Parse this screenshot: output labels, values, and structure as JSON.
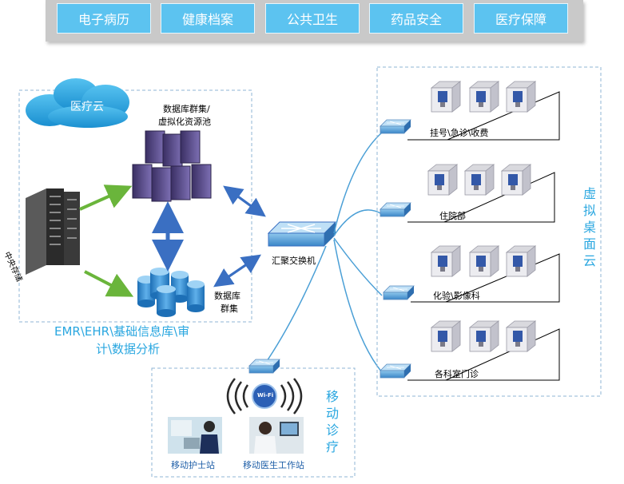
{
  "tabs": [
    {
      "label": "电子病历"
    },
    {
      "label": "健康档案"
    },
    {
      "label": "公共卫生"
    },
    {
      "label": "药品安全"
    },
    {
      "label": "医疗保障"
    }
  ],
  "medical_cloud": {
    "title": "医疗云",
    "cluster_label_1": "数据库群集/",
    "cluster_label_2": "虚拟化资源池",
    "central_storage": "中央存储",
    "db_cluster_1": "数据库",
    "db_cluster_2": "群集",
    "caption_1": "EMR\\EHR\\基础信息库\\审",
    "caption_2": "计\\数据分析"
  },
  "core_switch": {
    "label": "汇聚交换机"
  },
  "virtual_desktop": {
    "title_chars": [
      "虚",
      "拟",
      "桌",
      "面",
      "云"
    ],
    "groups": [
      {
        "label": "挂号\\急诊\\收费"
      },
      {
        "label": "住院部"
      },
      {
        "label": "化验\\影像科"
      },
      {
        "label": "各科室门诊"
      }
    ]
  },
  "mobile": {
    "title_chars": [
      "移",
      "动",
      "诊",
      "疗"
    ],
    "wifi": "Wi-Fi",
    "nurse_station": "移动护士站",
    "doctor_station": "移动医生工作站"
  },
  "colors": {
    "tab": "#5cc3f0",
    "cloud": "#2aa7e0",
    "link_blue": "#3a6fc2",
    "link_green": "#6ab53b",
    "dashed": "#8fb5d6"
  }
}
